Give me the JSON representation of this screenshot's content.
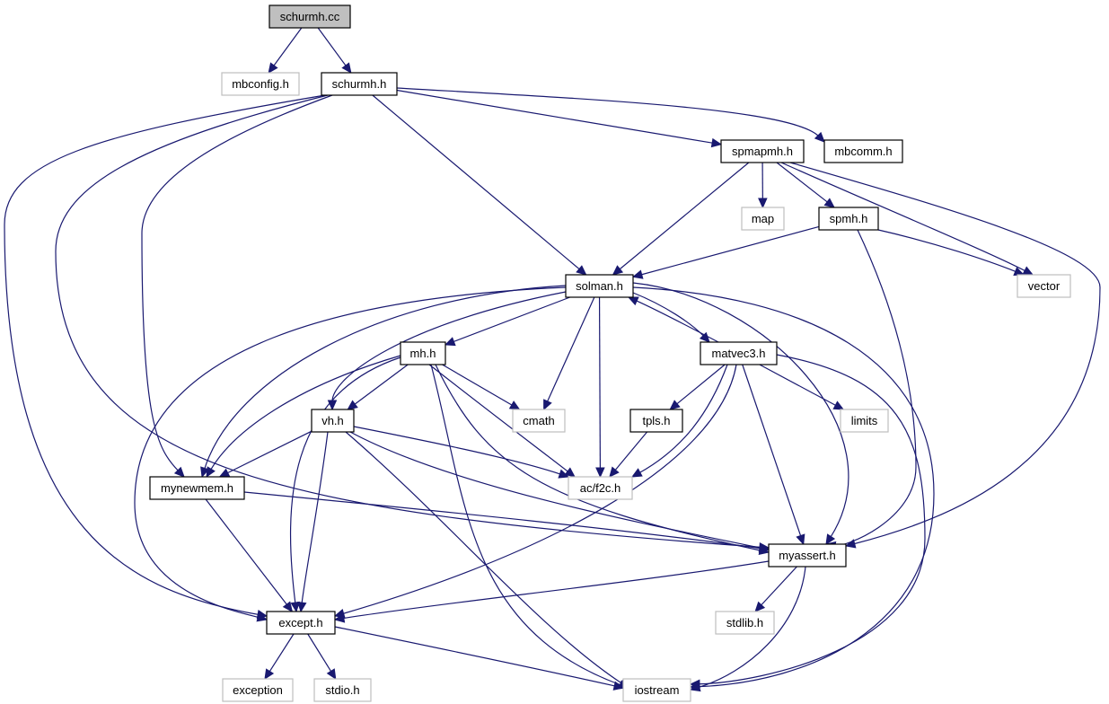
{
  "colors": {
    "edge": "#191970",
    "root_fill": "#bfbfbf",
    "node_border": "#000000",
    "external_border": "#bfbfbf",
    "background": "#ffffff"
  },
  "nodes": [
    {
      "id": "schurmh_cc",
      "label": "schurmh.cc",
      "kind": "root"
    },
    {
      "id": "mbconfig_h",
      "label": "mbconfig.h",
      "kind": "external"
    },
    {
      "id": "schurmh_h",
      "label": "schurmh.h",
      "kind": "file"
    },
    {
      "id": "spmapmh_h",
      "label": "spmapmh.h",
      "kind": "file"
    },
    {
      "id": "mbcomm_h",
      "label": "mbcomm.h",
      "kind": "file"
    },
    {
      "id": "map",
      "label": "map",
      "kind": "external"
    },
    {
      "id": "spmh_h",
      "label": "spmh.h",
      "kind": "file"
    },
    {
      "id": "vector",
      "label": "vector",
      "kind": "external"
    },
    {
      "id": "solman_h",
      "label": "solman.h",
      "kind": "file"
    },
    {
      "id": "mh_h",
      "label": "mh.h",
      "kind": "file"
    },
    {
      "id": "matvec3_h",
      "label": "matvec3.h",
      "kind": "file"
    },
    {
      "id": "cmath",
      "label": "cmath",
      "kind": "external"
    },
    {
      "id": "vh_h",
      "label": "vh.h",
      "kind": "file"
    },
    {
      "id": "tpls_h",
      "label": "tpls.h",
      "kind": "file"
    },
    {
      "id": "limits",
      "label": "limits",
      "kind": "external"
    },
    {
      "id": "mynewmem_h",
      "label": "mynewmem.h",
      "kind": "file"
    },
    {
      "id": "ac_f2c_h",
      "label": "ac/f2c.h",
      "kind": "external"
    },
    {
      "id": "myassert_h",
      "label": "myassert.h",
      "kind": "file"
    },
    {
      "id": "stdlib_h",
      "label": "stdlib.h",
      "kind": "external"
    },
    {
      "id": "except_h",
      "label": "except.h",
      "kind": "file"
    },
    {
      "id": "exception",
      "label": "exception",
      "kind": "external"
    },
    {
      "id": "stdio_h",
      "label": "stdio.h",
      "kind": "external"
    },
    {
      "id": "iostream",
      "label": "iostream",
      "kind": "external"
    }
  ],
  "edges": [
    {
      "from": "schurmh_cc",
      "to": "mbconfig_h"
    },
    {
      "from": "schurmh_cc",
      "to": "schurmh_h"
    },
    {
      "from": "schurmh_h",
      "to": "spmapmh_h"
    },
    {
      "from": "schurmh_h",
      "to": "mbcomm_h"
    },
    {
      "from": "schurmh_h",
      "to": "solman_h"
    },
    {
      "from": "schurmh_h",
      "to": "mynewmem_h"
    },
    {
      "from": "schurmh_h",
      "to": "myassert_h"
    },
    {
      "from": "schurmh_h",
      "to": "except_h"
    },
    {
      "from": "spmapmh_h",
      "to": "map"
    },
    {
      "from": "spmapmh_h",
      "to": "spmh_h"
    },
    {
      "from": "spmapmh_h",
      "to": "vector"
    },
    {
      "from": "spmapmh_h",
      "to": "solman_h"
    },
    {
      "from": "spmapmh_h",
      "to": "myassert_h"
    },
    {
      "from": "spmh_h",
      "to": "vector"
    },
    {
      "from": "spmh_h",
      "to": "solman_h"
    },
    {
      "from": "spmh_h",
      "to": "myassert_h"
    },
    {
      "from": "solman_h",
      "to": "mh_h"
    },
    {
      "from": "solman_h",
      "to": "matvec3_h"
    },
    {
      "from": "solman_h",
      "to": "cmath"
    },
    {
      "from": "solman_h",
      "to": "vh_h"
    },
    {
      "from": "solman_h",
      "to": "ac_f2c_h"
    },
    {
      "from": "solman_h",
      "to": "mynewmem_h"
    },
    {
      "from": "solman_h",
      "to": "myassert_h"
    },
    {
      "from": "solman_h",
      "to": "except_h"
    },
    {
      "from": "solman_h",
      "to": "iostream"
    },
    {
      "from": "matvec3_h",
      "to": "solman_h"
    },
    {
      "from": "matvec3_h",
      "to": "tpls_h"
    },
    {
      "from": "matvec3_h",
      "to": "limits"
    },
    {
      "from": "matvec3_h",
      "to": "ac_f2c_h"
    },
    {
      "from": "matvec3_h",
      "to": "myassert_h"
    },
    {
      "from": "matvec3_h",
      "to": "except_h"
    },
    {
      "from": "matvec3_h",
      "to": "iostream"
    },
    {
      "from": "mh_h",
      "to": "cmath"
    },
    {
      "from": "mh_h",
      "to": "vh_h"
    },
    {
      "from": "mh_h",
      "to": "ac_f2c_h"
    },
    {
      "from": "mh_h",
      "to": "mynewmem_h"
    },
    {
      "from": "mh_h",
      "to": "myassert_h"
    },
    {
      "from": "mh_h",
      "to": "except_h"
    },
    {
      "from": "mh_h",
      "to": "iostream"
    },
    {
      "from": "vh_h",
      "to": "ac_f2c_h"
    },
    {
      "from": "vh_h",
      "to": "mynewmem_h"
    },
    {
      "from": "vh_h",
      "to": "myassert_h"
    },
    {
      "from": "vh_h",
      "to": "except_h"
    },
    {
      "from": "vh_h",
      "to": "iostream"
    },
    {
      "from": "tpls_h",
      "to": "ac_f2c_h"
    },
    {
      "from": "mynewmem_h",
      "to": "myassert_h"
    },
    {
      "from": "mynewmem_h",
      "to": "except_h"
    },
    {
      "from": "myassert_h",
      "to": "stdlib_h"
    },
    {
      "from": "myassert_h",
      "to": "except_h"
    },
    {
      "from": "myassert_h",
      "to": "iostream"
    },
    {
      "from": "except_h",
      "to": "exception"
    },
    {
      "from": "except_h",
      "to": "stdio_h"
    },
    {
      "from": "except_h",
      "to": "iostream"
    }
  ]
}
